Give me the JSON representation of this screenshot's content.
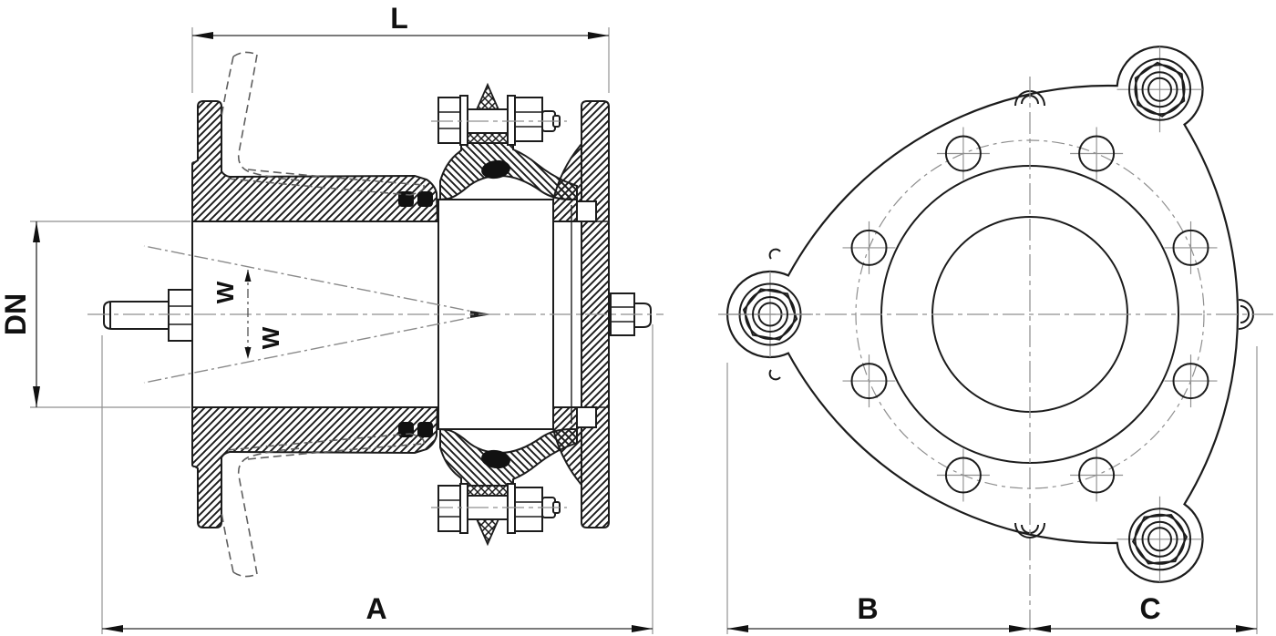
{
  "drawing": {
    "section_view": {
      "labels": {
        "length": "L",
        "overall_length": "A",
        "nominal_diameter": "DN",
        "deflection_upper": "W",
        "deflection_lower": "W"
      }
    },
    "front_view": {
      "labels": {
        "left_half_width": "B",
        "right_half_width": "C"
      }
    },
    "colors": {
      "background": "#ffffff",
      "outline": "#1c1c1c",
      "centerline": "#8f8f8f",
      "dimension_line": "#2a2a2a",
      "dimension_text": "#111111",
      "seal": "#111111",
      "hidden_pipe_dash": "#5f5f5f"
    }
  }
}
